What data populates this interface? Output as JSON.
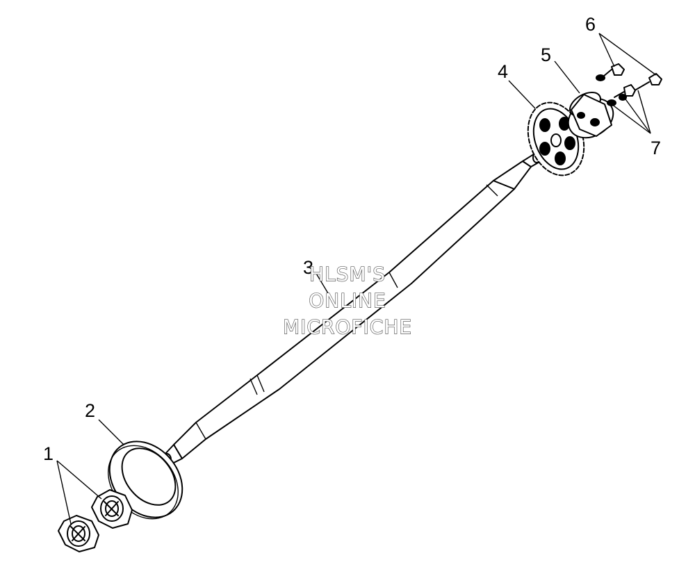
{
  "callouts": [
    {
      "id": "1",
      "label": "1"
    },
    {
      "id": "2",
      "label": "2"
    },
    {
      "id": "3",
      "label": "3"
    },
    {
      "id": "4",
      "label": "4"
    },
    {
      "id": "5",
      "label": "5"
    },
    {
      "id": "6",
      "label": "6"
    },
    {
      "id": "7",
      "label": "7"
    }
  ],
  "watermark": {
    "line1": "HLSM'S",
    "line2": "ONLINE",
    "line3": "MICROFICHE"
  }
}
